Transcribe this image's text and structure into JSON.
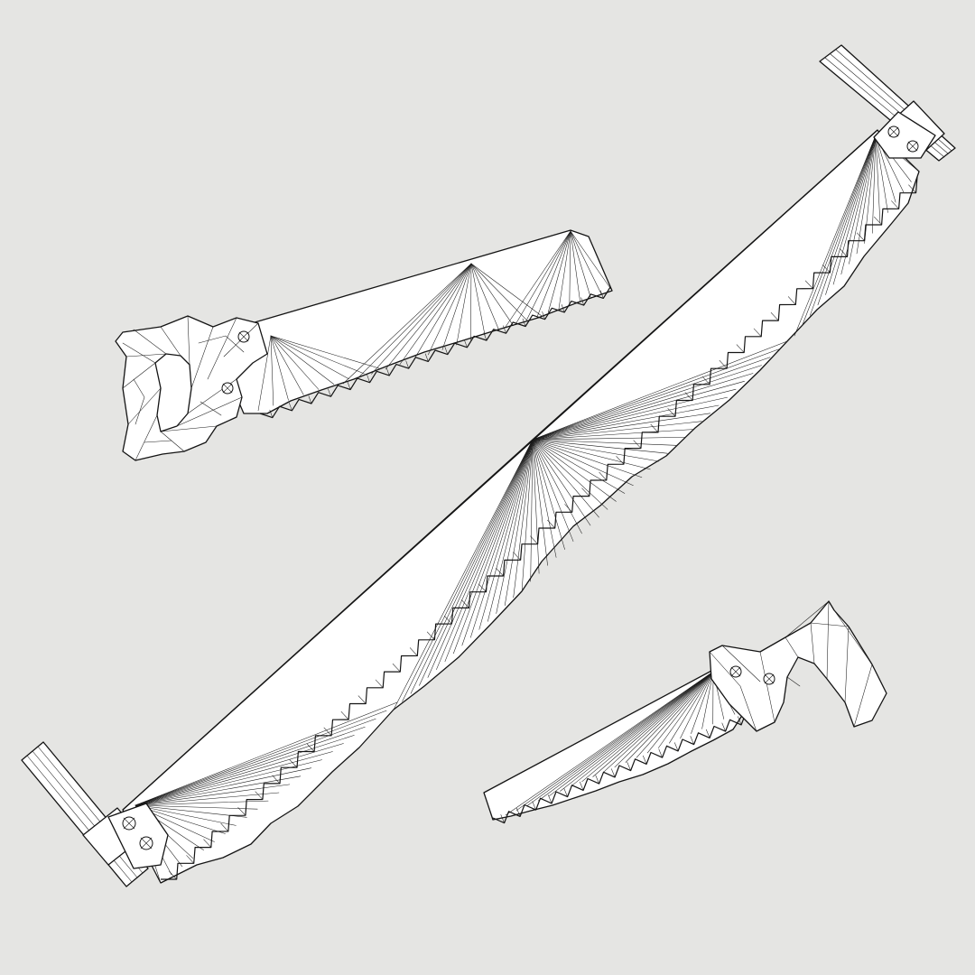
{
  "scene": {
    "background_color": "#e5e5e3",
    "line_color": "#141414",
    "fill_color": "#ffffff",
    "render_style": "wireframe"
  },
  "objects": [
    {
      "id": "two-man-crosscut-saw",
      "icon": "crosscut-saw-icon",
      "handles": 2
    },
    {
      "id": "hand-saw",
      "icon": "hand-saw-icon",
      "handles": 1
    },
    {
      "id": "small-hand-saw",
      "icon": "hand-saw-icon",
      "handles": 1
    }
  ]
}
